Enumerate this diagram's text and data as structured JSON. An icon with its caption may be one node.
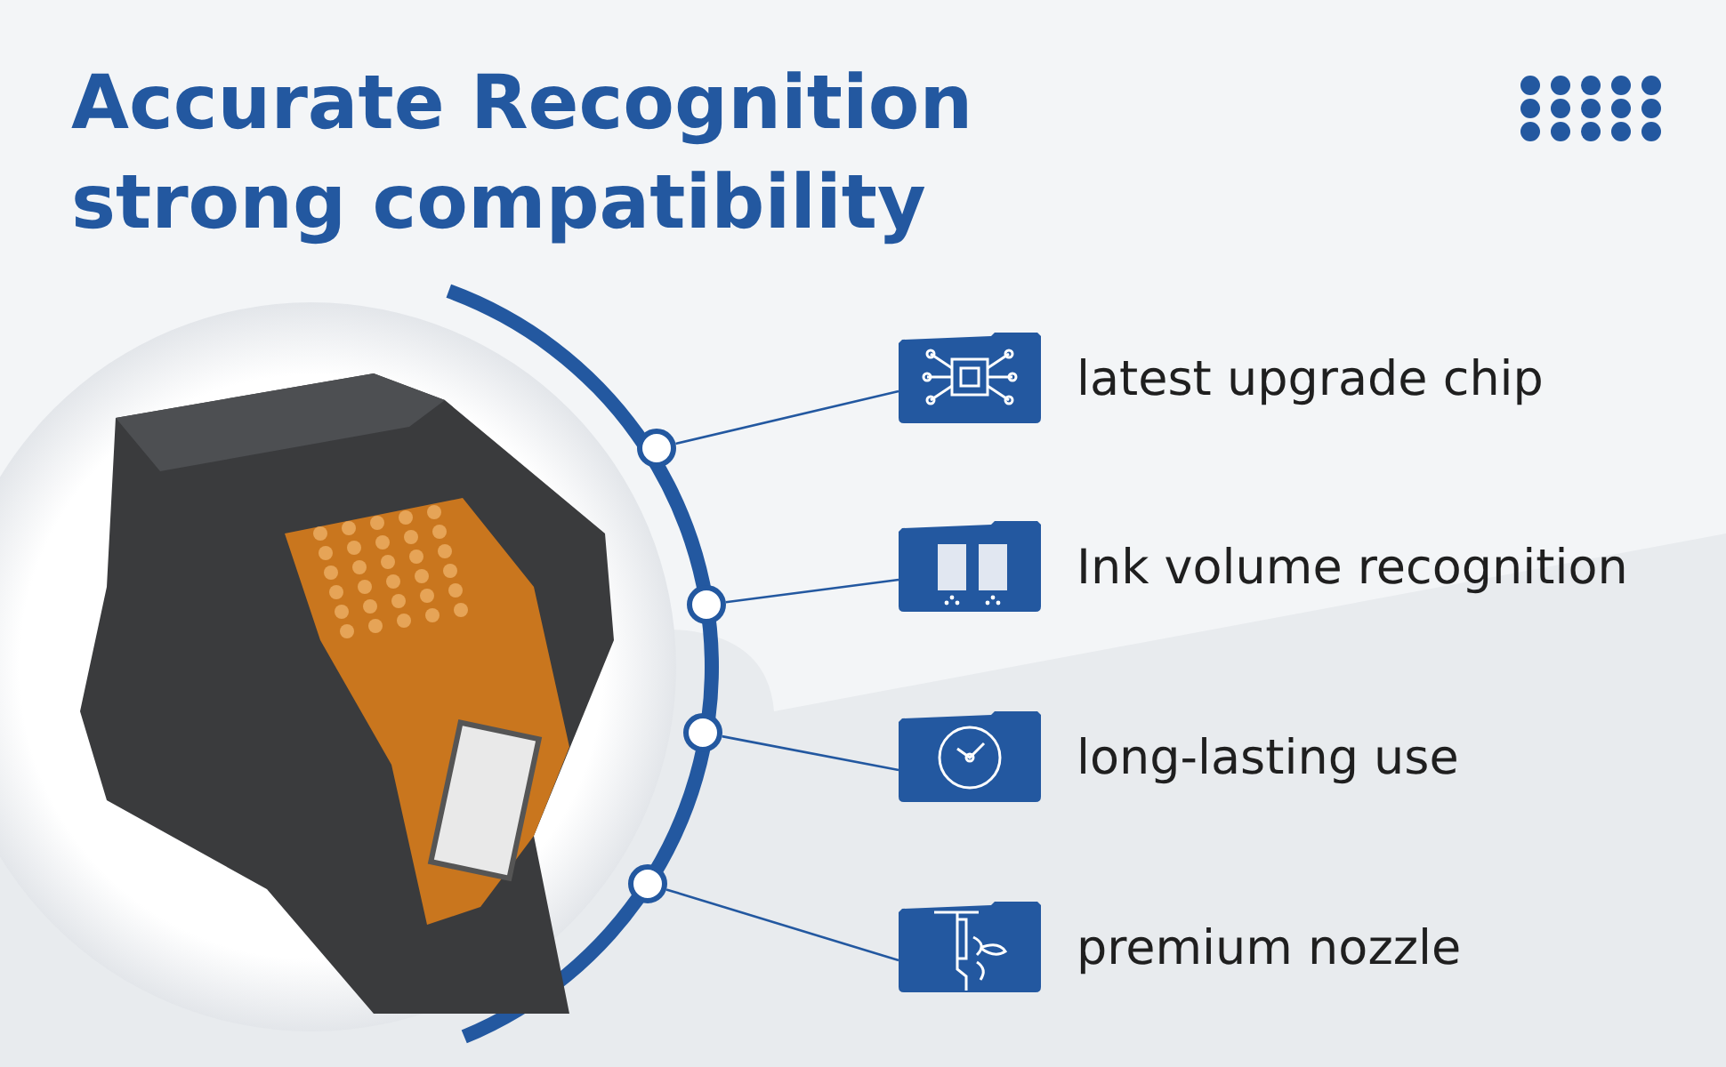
{
  "diagram": {
    "title": "Accurate Recognition strong compatibility",
    "nodes": [
      {
        "text": [
          "latest upgrade chip"
        ]
      },
      {
        "text": [
          "Ink volume recognition"
        ]
      },
      {
        "text": [
          "long-lasting use"
        ]
      },
      {
        "text": [
          "premium nozzle"
        ]
      },
      {
        "text": [],
        "shape": "circle"
      },
      {
        "text": [],
        "shape": "circle"
      },
      {
        "text": [],
        "shape": "circle"
      },
      {
        "text": [],
        "shape": "circle"
      }
    ],
    "edges": [
      {
        "from": 4,
        "to": 0,
        "arrow": "none"
      },
      {
        "from": 5,
        "to": 1,
        "arrow": "none"
      },
      {
        "from": 6,
        "to": 2,
        "arrow": "none"
      },
      {
        "from": 7,
        "to": 3,
        "arrow": "none"
      }
    ]
  }
}
